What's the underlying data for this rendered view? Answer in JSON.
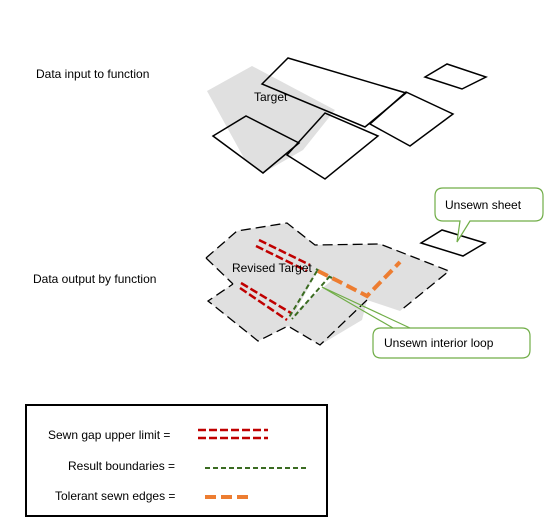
{
  "labels": {
    "input_heading": "Data input to function",
    "output_heading": "Data output by function",
    "target": "Target",
    "revised_target": "Revised Target"
  },
  "callouts": {
    "unsewn_sheet": "Unsewn sheet",
    "unsewn_interior_loop": "Unsewn interior loop"
  },
  "legend": {
    "sewn_gap": "Sewn gap upper limit =",
    "result_boundaries": "Result boundaries =",
    "tolerant_edges": "Tolerant sewn edges ="
  },
  "colors": {
    "sewn_gap": "#c00000",
    "result_boundaries": "#3a6b21",
    "tolerant_edges": "#ed7d31",
    "callout_border": "#70ad47",
    "face_fill": "#e0e0e0"
  }
}
